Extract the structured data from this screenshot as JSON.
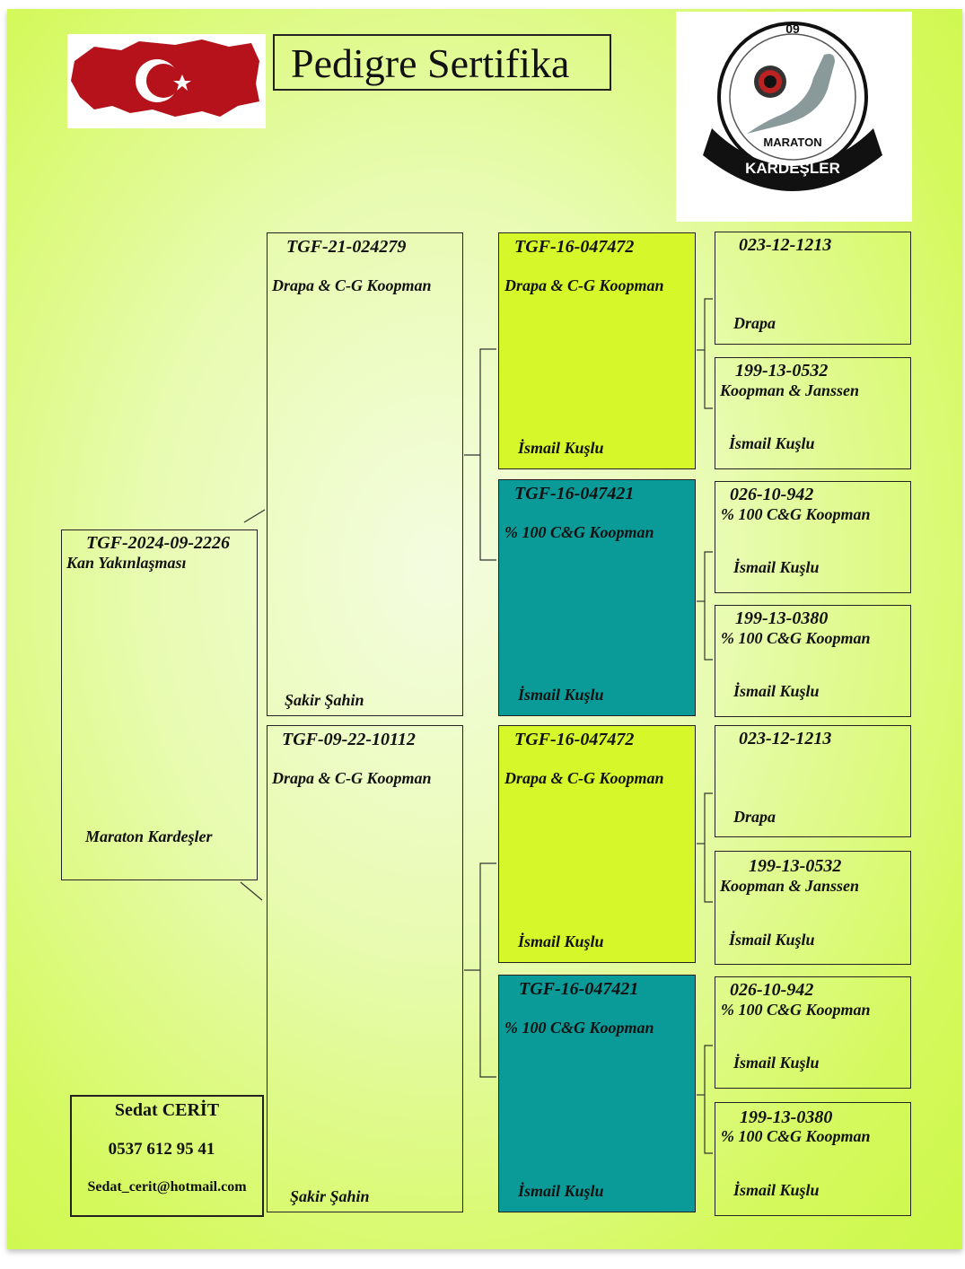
{
  "header": {
    "title": "Pedigre Sertifika",
    "logo": {
      "number": "09",
      "line1": "MARATON",
      "line2": "KARDEŞLER"
    }
  },
  "colors": {
    "lime": "#d6f72a",
    "teal": "#0a9a98",
    "flag_red": "#b5121b"
  },
  "subject": {
    "ring": "TGF-2024-09-2226",
    "strain": "Kan Yakınlaşması",
    "owner": "Maraton Kardeşler"
  },
  "parents": [
    {
      "ring": "TGF-21-024279",
      "strain": "Drapa & C-G Koopman",
      "owner": "Şakir Şahin"
    },
    {
      "ring": "TGF-09-22-10112",
      "strain": "Drapa & C-G Koopman",
      "owner": "Şakir Şahin"
    }
  ],
  "grandparents": [
    {
      "ring": "TGF-16-047472",
      "strain": "Drapa & C-G Koopman",
      "owner": "İsmail Kuşlu"
    },
    {
      "ring": "TGF-16-047421",
      "strain": "% 100 C&G Koopman",
      "owner": "İsmail Kuşlu"
    },
    {
      "ring": "TGF-16-047472",
      "strain": "Drapa & C-G Koopman",
      "owner": "İsmail Kuşlu"
    },
    {
      "ring": "TGF-16-047421",
      "strain": "% 100 C&G Koopman",
      "owner": "İsmail Kuşlu"
    }
  ],
  "great_grandparents": [
    {
      "ring": "023-12-1213",
      "strain": "Drapa",
      "owner": ""
    },
    {
      "ring": "199-13-0532",
      "strain": "Koopman & Janssen",
      "owner": "İsmail Kuşlu"
    },
    {
      "ring": "026-10-942",
      "strain": "% 100 C&G Koopman",
      "owner": "İsmail Kuşlu"
    },
    {
      "ring": "199-13-0380",
      "strain": "% 100 C&G Koopman",
      "owner": "İsmail Kuşlu"
    },
    {
      "ring": "023-12-1213",
      "strain": "Drapa",
      "owner": ""
    },
    {
      "ring": "199-13-0532",
      "strain": "Koopman & Janssen",
      "owner": "İsmail Kuşlu"
    },
    {
      "ring": "026-10-942",
      "strain": "% 100 C&G Koopman",
      "owner": "İsmail Kuşlu"
    },
    {
      "ring": "199-13-0380",
      "strain": "% 100 C&G Koopman",
      "owner": "İsmail Kuşlu"
    }
  ],
  "contact": {
    "name": "Sedat CERİT",
    "phone": "0537 612 95 41",
    "email": "Sedat_cerit@hotmail.com"
  }
}
